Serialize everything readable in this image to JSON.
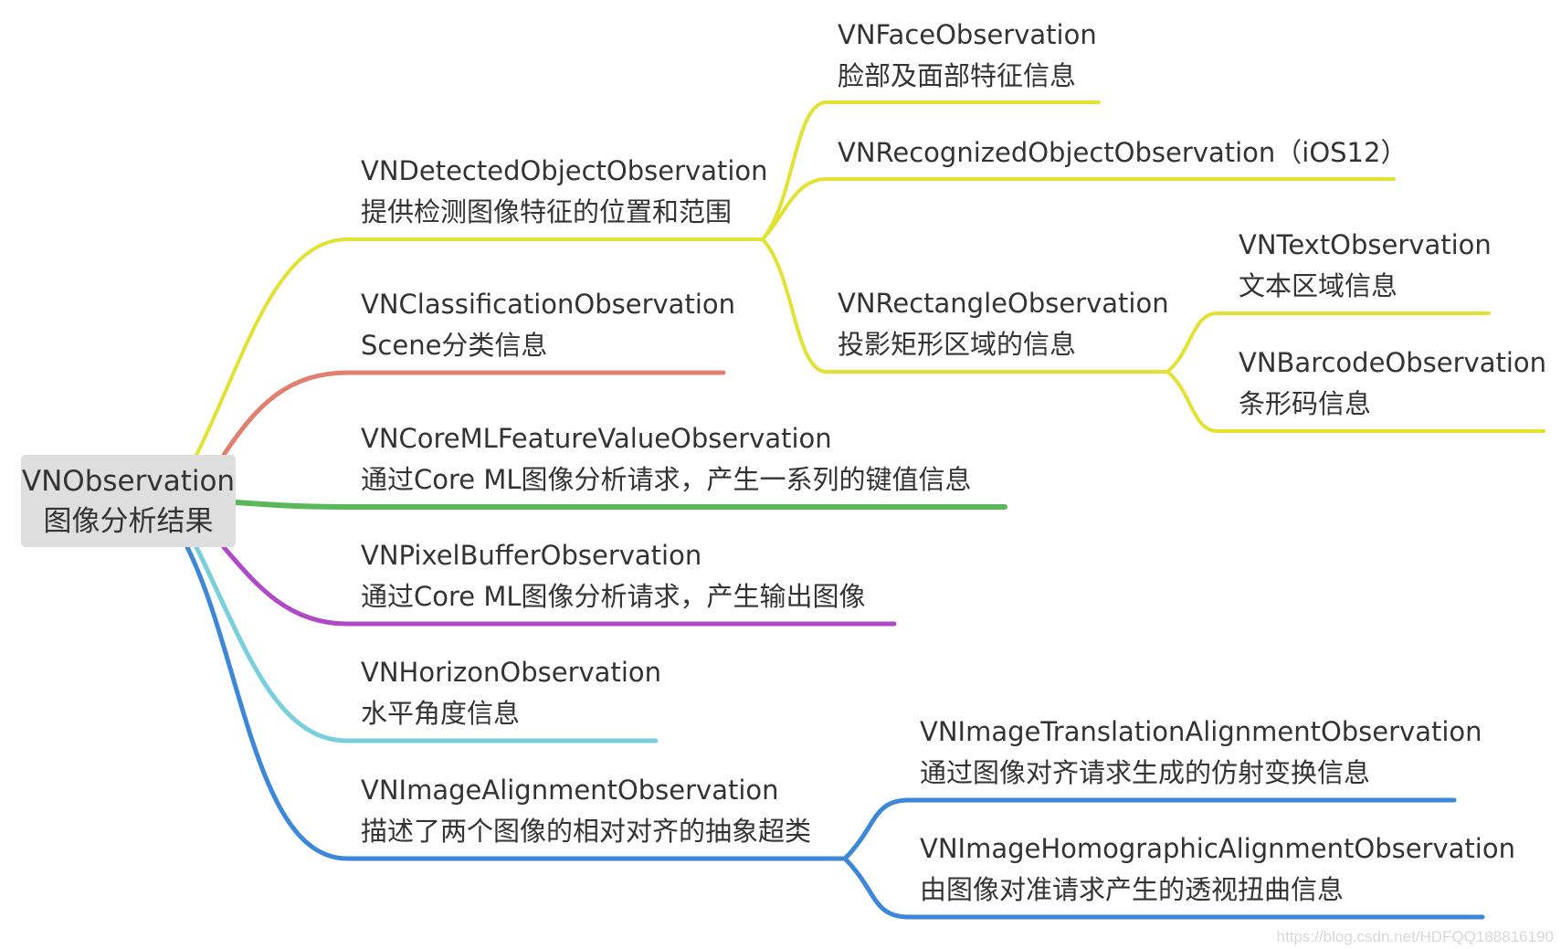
{
  "colors": {
    "yellow": "#e2e233",
    "red": "#df8070",
    "green": "#5ab85a",
    "purple": "#b049c8",
    "cyan": "#79d0dc",
    "blue": "#3d87d8",
    "root_bg": "#dedede"
  },
  "root": {
    "title": "VNObservation",
    "subtitle": "图像分析结果"
  },
  "nodes": {
    "detected": {
      "title": "VNDetectedObjectObservation",
      "subtitle": "提供检测图像特征的位置和范围"
    },
    "face": {
      "title": "VNFaceObservation",
      "subtitle": "脸部及面部特征信息"
    },
    "recognized": {
      "title": "VNRecognizedObjectObservation（iOS12）"
    },
    "rectangle": {
      "title": "VNRectangleObservation",
      "subtitle": "投影矩形区域的信息"
    },
    "text": {
      "title": "VNTextObservation",
      "subtitle": "文本区域信息"
    },
    "barcode": {
      "title": "VNBarcodeObservation",
      "subtitle": "条形码信息"
    },
    "classification": {
      "title": "VNClassificationObservation",
      "subtitle": "Scene分类信息"
    },
    "coreml": {
      "title": "VNCoreMLFeatureValueObservation",
      "subtitle": "通过Core ML图像分析请求，产生一系列的键值信息"
    },
    "pixelbuffer": {
      "title": "VNPixelBufferObservation",
      "subtitle": "通过Core ML图像分析请求，产生输出图像"
    },
    "horizon": {
      "title": "VNHorizonObservation",
      "subtitle": "水平角度信息"
    },
    "alignment": {
      "title": "VNImageAlignmentObservation",
      "subtitle": "描述了两个图像的相对对齐的抽象超类"
    },
    "translation": {
      "title": "VNImageTranslationAlignmentObservation",
      "subtitle": "通过图像对齐请求生成的仿射变换信息"
    },
    "homographic": {
      "title": "VNImageHomographicAlignmentObservation",
      "subtitle": "由图像对准请求产生的透视扭曲信息"
    }
  },
  "watermark": "https://blog.csdn.net/HDFQQ188816190"
}
